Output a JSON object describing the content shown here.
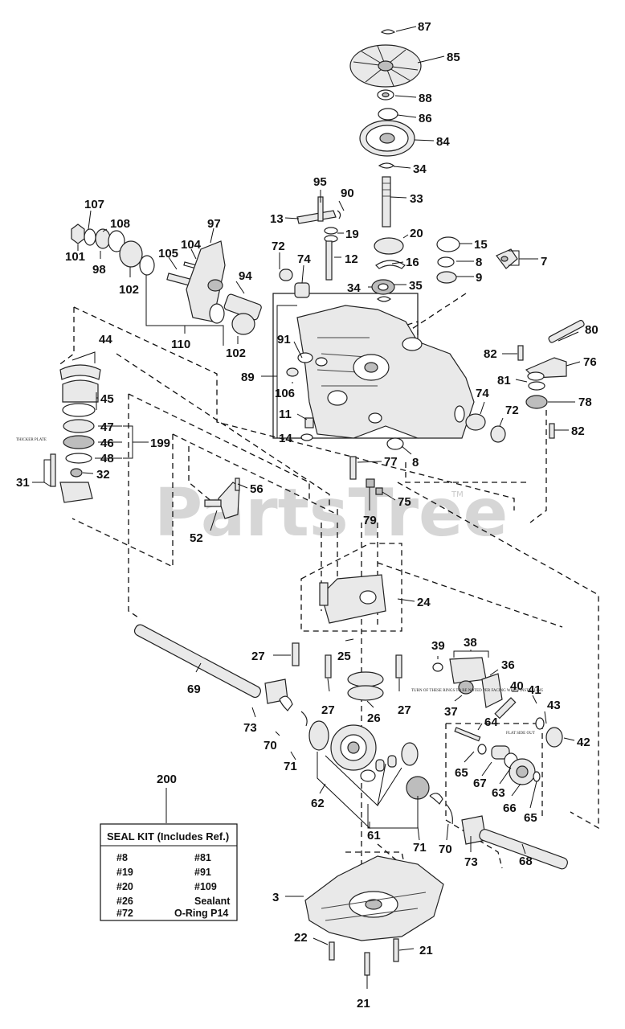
{
  "watermark": {
    "text": "PartsTree",
    "tm": "TM"
  },
  "callouts": [
    {
      "id": "c87",
      "text": "87"
    },
    {
      "id": "c85",
      "text": "85"
    },
    {
      "id": "c88",
      "text": "88"
    },
    {
      "id": "c86",
      "text": "86"
    },
    {
      "id": "c84",
      "text": "84"
    },
    {
      "id": "c34a",
      "text": "34"
    },
    {
      "id": "c33",
      "text": "33"
    },
    {
      "id": "c95",
      "text": "95"
    },
    {
      "id": "c90",
      "text": "90"
    },
    {
      "id": "c13",
      "text": "13"
    },
    {
      "id": "c19",
      "text": "19"
    },
    {
      "id": "c20",
      "text": "20"
    },
    {
      "id": "c15",
      "text": "15"
    },
    {
      "id": "c7",
      "text": "7"
    },
    {
      "id": "c8a",
      "text": "8"
    },
    {
      "id": "c9",
      "text": "9"
    },
    {
      "id": "c16",
      "text": "16"
    },
    {
      "id": "c12",
      "text": "12"
    },
    {
      "id": "c72a",
      "text": "72"
    },
    {
      "id": "c74a",
      "text": "74"
    },
    {
      "id": "c34b",
      "text": "34"
    },
    {
      "id": "c35",
      "text": "35"
    },
    {
      "id": "c107",
      "text": "107"
    },
    {
      "id": "c108",
      "text": "108"
    },
    {
      "id": "c97",
      "text": "97"
    },
    {
      "id": "c101",
      "text": "101"
    },
    {
      "id": "c98",
      "text": "98"
    },
    {
      "id": "c104",
      "text": "104"
    },
    {
      "id": "c105",
      "text": "105"
    },
    {
      "id": "c102a",
      "text": "102"
    },
    {
      "id": "c94",
      "text": "94"
    },
    {
      "id": "c110",
      "text": "110"
    },
    {
      "id": "c102b",
      "text": "102"
    },
    {
      "id": "c80",
      "text": "80"
    },
    {
      "id": "c82a",
      "text": "82"
    },
    {
      "id": "c76",
      "text": "76"
    },
    {
      "id": "c81",
      "text": "81"
    },
    {
      "id": "c78",
      "text": "78"
    },
    {
      "id": "c44",
      "text": "44"
    },
    {
      "id": "c91",
      "text": "91"
    },
    {
      "id": "c89",
      "text": "89"
    },
    {
      "id": "c106",
      "text": "106"
    },
    {
      "id": "c45",
      "text": "45"
    },
    {
      "id": "c74b",
      "text": "74"
    },
    {
      "id": "c72b",
      "text": "72"
    },
    {
      "id": "c82b",
      "text": "82"
    },
    {
      "id": "c11",
      "text": "11"
    },
    {
      "id": "c47",
      "text": "47"
    },
    {
      "id": "c14",
      "text": "14"
    },
    {
      "id": "c46",
      "text": "46"
    },
    {
      "id": "c199",
      "text": "199"
    },
    {
      "id": "c48",
      "text": "48"
    },
    {
      "id": "c8b",
      "text": "8"
    },
    {
      "id": "c77",
      "text": "77"
    },
    {
      "id": "c31",
      "text": "31"
    },
    {
      "id": "c32",
      "text": "32"
    },
    {
      "id": "c56",
      "text": "56"
    },
    {
      "id": "c75",
      "text": "75"
    },
    {
      "id": "c79",
      "text": "79"
    },
    {
      "id": "c52",
      "text": "52"
    },
    {
      "id": "c24",
      "text": "24"
    },
    {
      "id": "c38",
      "text": "38"
    },
    {
      "id": "c39",
      "text": "39"
    },
    {
      "id": "c27a",
      "text": "27"
    },
    {
      "id": "c25",
      "text": "25"
    },
    {
      "id": "c36",
      "text": "36"
    },
    {
      "id": "c69",
      "text": "69"
    },
    {
      "id": "c40",
      "text": "40"
    },
    {
      "id": "c41",
      "text": "41"
    },
    {
      "id": "c27b",
      "text": "27"
    },
    {
      "id": "c27c",
      "text": "27"
    },
    {
      "id": "c37",
      "text": "37"
    },
    {
      "id": "c26",
      "text": "26"
    },
    {
      "id": "c43",
      "text": "43"
    },
    {
      "id": "c73a",
      "text": "73"
    },
    {
      "id": "c64",
      "text": "64"
    },
    {
      "id": "c42",
      "text": "42"
    },
    {
      "id": "c70a",
      "text": "70"
    },
    {
      "id": "c71a",
      "text": "71"
    },
    {
      "id": "c65a",
      "text": "65"
    },
    {
      "id": "c67",
      "text": "67"
    },
    {
      "id": "c63",
      "text": "63"
    },
    {
      "id": "c66",
      "text": "66"
    },
    {
      "id": "c65b",
      "text": "65"
    },
    {
      "id": "c62",
      "text": "62"
    },
    {
      "id": "c61",
      "text": "61"
    },
    {
      "id": "c71b",
      "text": "71"
    },
    {
      "id": "c70b",
      "text": "70"
    },
    {
      "id": "c73b",
      "text": "73"
    },
    {
      "id": "c68",
      "text": "68"
    },
    {
      "id": "c200",
      "text": "200"
    },
    {
      "id": "c3",
      "text": "3"
    },
    {
      "id": "c22",
      "text": "22"
    },
    {
      "id": "c21a",
      "text": "21"
    },
    {
      "id": "c21b",
      "text": "21"
    }
  ],
  "small_notes": {
    "thicker_plate": "THICKER PLATE",
    "note_37": "TURN OF THESE RINGS TO BE NOTED PER FACING WHEN INSTALLING",
    "note_43": "FLAT SIDE OUT"
  },
  "seal_kit": {
    "title": "SEAL KIT (Includes Ref.)",
    "left": [
      "#8",
      "#19",
      "#20",
      "#26",
      "#72"
    ],
    "right": [
      "#81",
      "#91",
      "#109",
      "Sealant",
      "O-Ring P14"
    ]
  }
}
